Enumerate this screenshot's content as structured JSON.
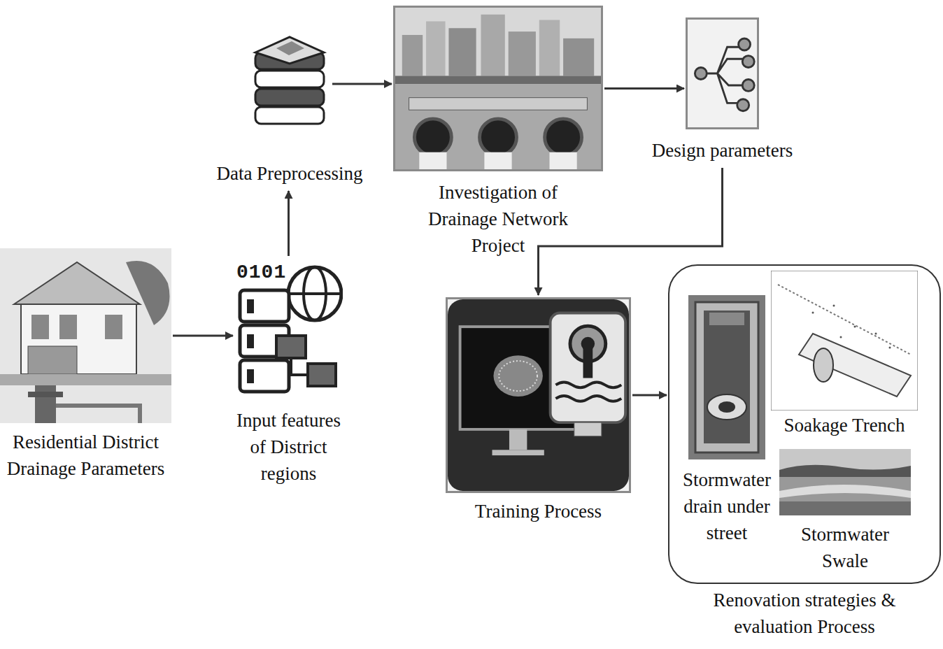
{
  "diagram": {
    "nodes": [
      {
        "text": [
          "Residential District Drainage Parameters"
        ]
      },
      {
        "text": [
          "Input features of District regions"
        ]
      },
      {
        "text": [
          "Data Preprocessing"
        ]
      },
      {
        "text": [
          "Investigation of Drainage Network Project"
        ]
      },
      {
        "text": [
          "Design parameters"
        ]
      },
      {
        "text": [
          "Training Process"
        ]
      },
      {
        "text": [
          "Renovation strategies & evaluation Process"
        ]
      },
      {
        "text": [
          "Stormwater drain under street"
        ],
        "in": 6
      },
      {
        "text": [
          "Soakage Trench"
        ],
        "in": 6
      },
      {
        "text": [
          "Stormwater Swale"
        ],
        "in": 6
      }
    ],
    "edges": [
      {
        "from": 0,
        "to": 1,
        "arrow": "to"
      },
      {
        "from": 1,
        "to": 2,
        "arrow": "to"
      },
      {
        "from": 2,
        "to": 3,
        "arrow": "to"
      },
      {
        "from": 3,
        "to": 4,
        "arrow": "to"
      },
      {
        "from": 4,
        "to": 5,
        "arrow": "to"
      },
      {
        "from": 5,
        "to": 6,
        "arrow": "to"
      }
    ],
    "labels": [
      "0101"
    ]
  }
}
